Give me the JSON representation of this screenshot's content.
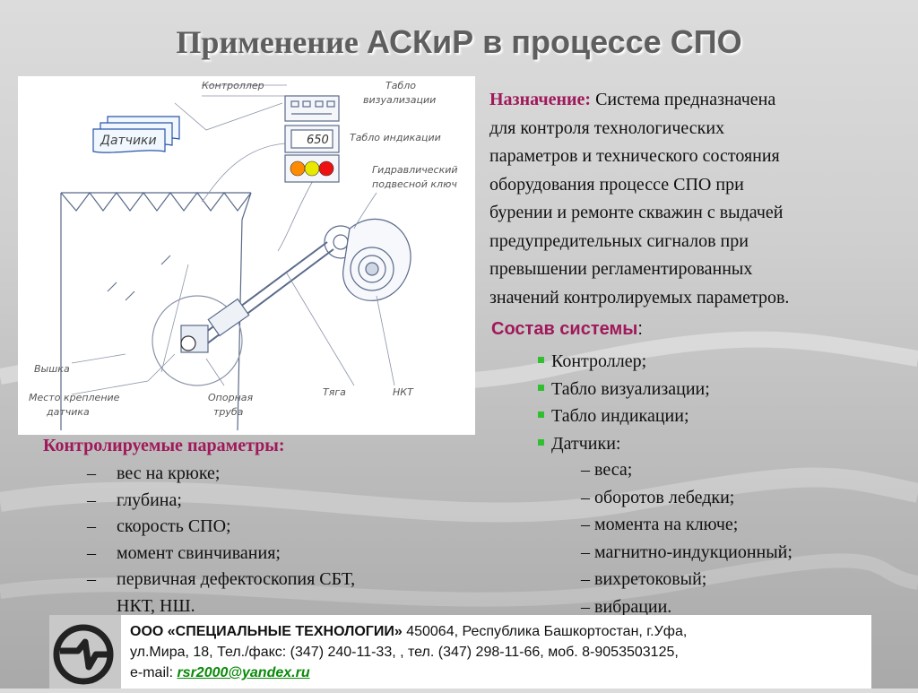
{
  "title": {
    "part1": "Применение",
    "part2": "АСКиР в процессе СПО"
  },
  "diagram": {
    "labels": {
      "controller": "Контроллер",
      "tablo_viz_1": "Табло",
      "tablo_viz_2": "визуализации",
      "display_value": "650",
      "tablo_ind": "Табло индикации",
      "hydro_1": "Гидравлический",
      "hydro_2": "подвесной ключ",
      "sensors": "Датчики",
      "tower": "Вышка",
      "mount_1": "Место крепление",
      "mount_2": "датчика",
      "pipe_1": "Опорная",
      "pipe_2": "труба",
      "rod": "Тяга",
      "nkt": "НКТ"
    },
    "lights": [
      "#ff8c00",
      "#e8e800",
      "#ee1111"
    ]
  },
  "purpose": {
    "heading": "Назначение:",
    "lines": [
      "Система предназначена",
      "для контроля технологических",
      "параметров и технического состояния",
      "оборудования процессе СПО при",
      "бурении и ремонте скважин с выдачей",
      "предупредительных сигналов при",
      "превышении регламентированных",
      "значений контролируемых параметров."
    ]
  },
  "composition": {
    "heading": "Состав системы",
    "colon": ":",
    "items": [
      "Контроллер;",
      "Табло визуализации;",
      "Табло индикации;",
      "Датчики:"
    ],
    "sensors": [
      "– веса;",
      "– оборотов лебедки;",
      "– момента на ключе;",
      "– магнитно-индукционный;",
      "– вихретоковый;",
      "– вибрации."
    ]
  },
  "params": {
    "heading": "Контролируемые параметры:",
    "dash": "–",
    "items": [
      "вес на крюке;",
      "глубина;",
      "скорость СПО;",
      "момент свинчивания;",
      "первичная дефектоскопия СБТ,"
    ],
    "continuation": "НКТ, НШ."
  },
  "footer": {
    "company": "ООО  «СПЕЦИАЛЬНЫЕ ТЕХНОЛОГИИ»",
    "address1": " 450064, Республика Башкортостан, г.Уфа,",
    "address2": "ул.Мира, 18, Тел./факс: (347) 240-11-33, , тел. (347) 298-11-66, моб. 8-9053503125,",
    "email_label": "e-mail: ",
    "email": "rsr2000@yandex.ru"
  },
  "colors": {
    "accent": "#a0195a",
    "bullet": "#2fbf2f",
    "email": "#0a8a0a"
  }
}
